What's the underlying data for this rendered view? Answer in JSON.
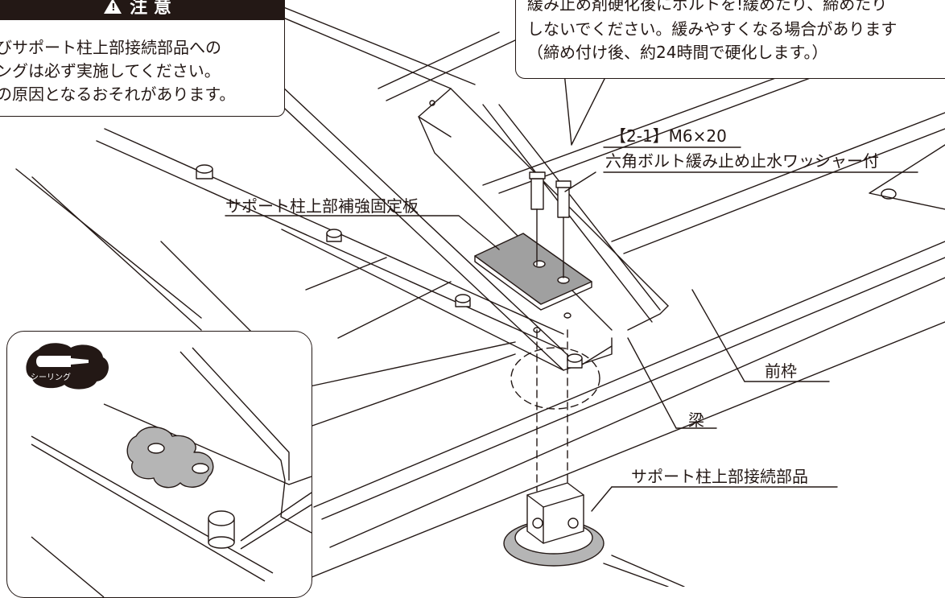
{
  "caution": {
    "title": "注 意",
    "lines": [
      "びサポート柱上部接続部品への",
      "ングは必ず実施してください。",
      "の原因となるおそれがあります。"
    ]
  },
  "note": {
    "lines": [
      "緩み止め剤硬化後にボルトを!緩めたり、締めたり",
      "しないでください。緩みやすくなる場合があります",
      "（締め付け後、約24時間で硬化します。）"
    ]
  },
  "labels": {
    "bolt_code": "【2-1】M6×20",
    "bolt_name": "六角ボルト緩み止め止水ワッシャー付",
    "plate": "サポート柱上部補強固定板",
    "front_frame": "前枠",
    "beam": "梁",
    "connector": "サポート柱上部接続部品"
  },
  "inset": {
    "badge_label": "シーリング"
  },
  "colors": {
    "ink": "#231815",
    "plate_fill": "#a0a0a0",
    "sealant_fill": "#b5b5b5"
  }
}
